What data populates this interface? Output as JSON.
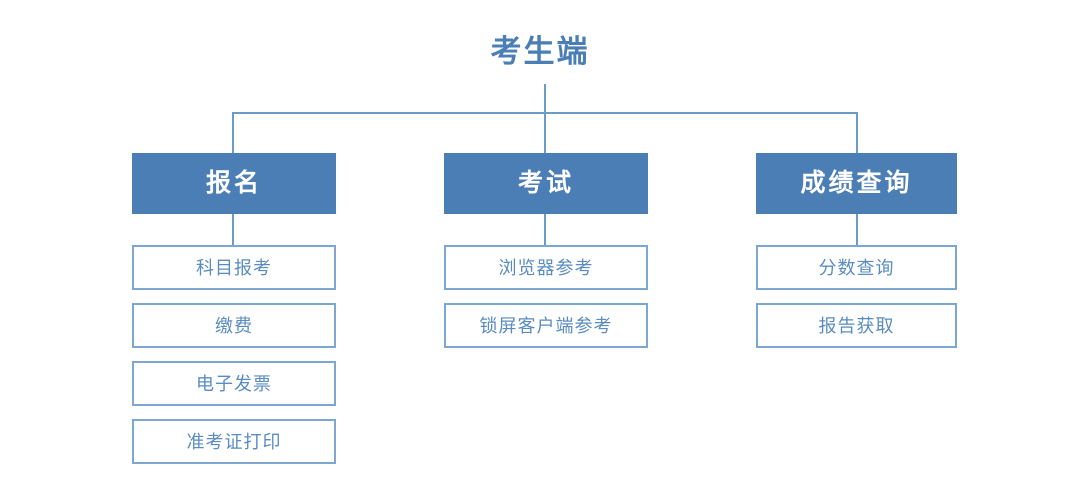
{
  "diagram": {
    "root": {
      "label": "考生端"
    },
    "colors": {
      "fill_blue": "#4a7eb5",
      "line_blue": "#6a9bc9",
      "outline_blue": "#7ba7d0",
      "sub_text_blue": "#5b8cc0",
      "box_text_white": "#ffffff",
      "background": "#ffffff"
    },
    "branches": [
      {
        "label": "报名",
        "children": [
          {
            "label": "科目报考"
          },
          {
            "label": "缴费"
          },
          {
            "label": "电子发票"
          },
          {
            "label": "准考证打印"
          }
        ]
      },
      {
        "label": "考试",
        "children": [
          {
            "label": "浏览器参考"
          },
          {
            "label": "锁屏客户端参考"
          }
        ]
      },
      {
        "label": "成绩查询",
        "children": [
          {
            "label": "分数查询"
          },
          {
            "label": "报告获取"
          }
        ]
      }
    ]
  }
}
